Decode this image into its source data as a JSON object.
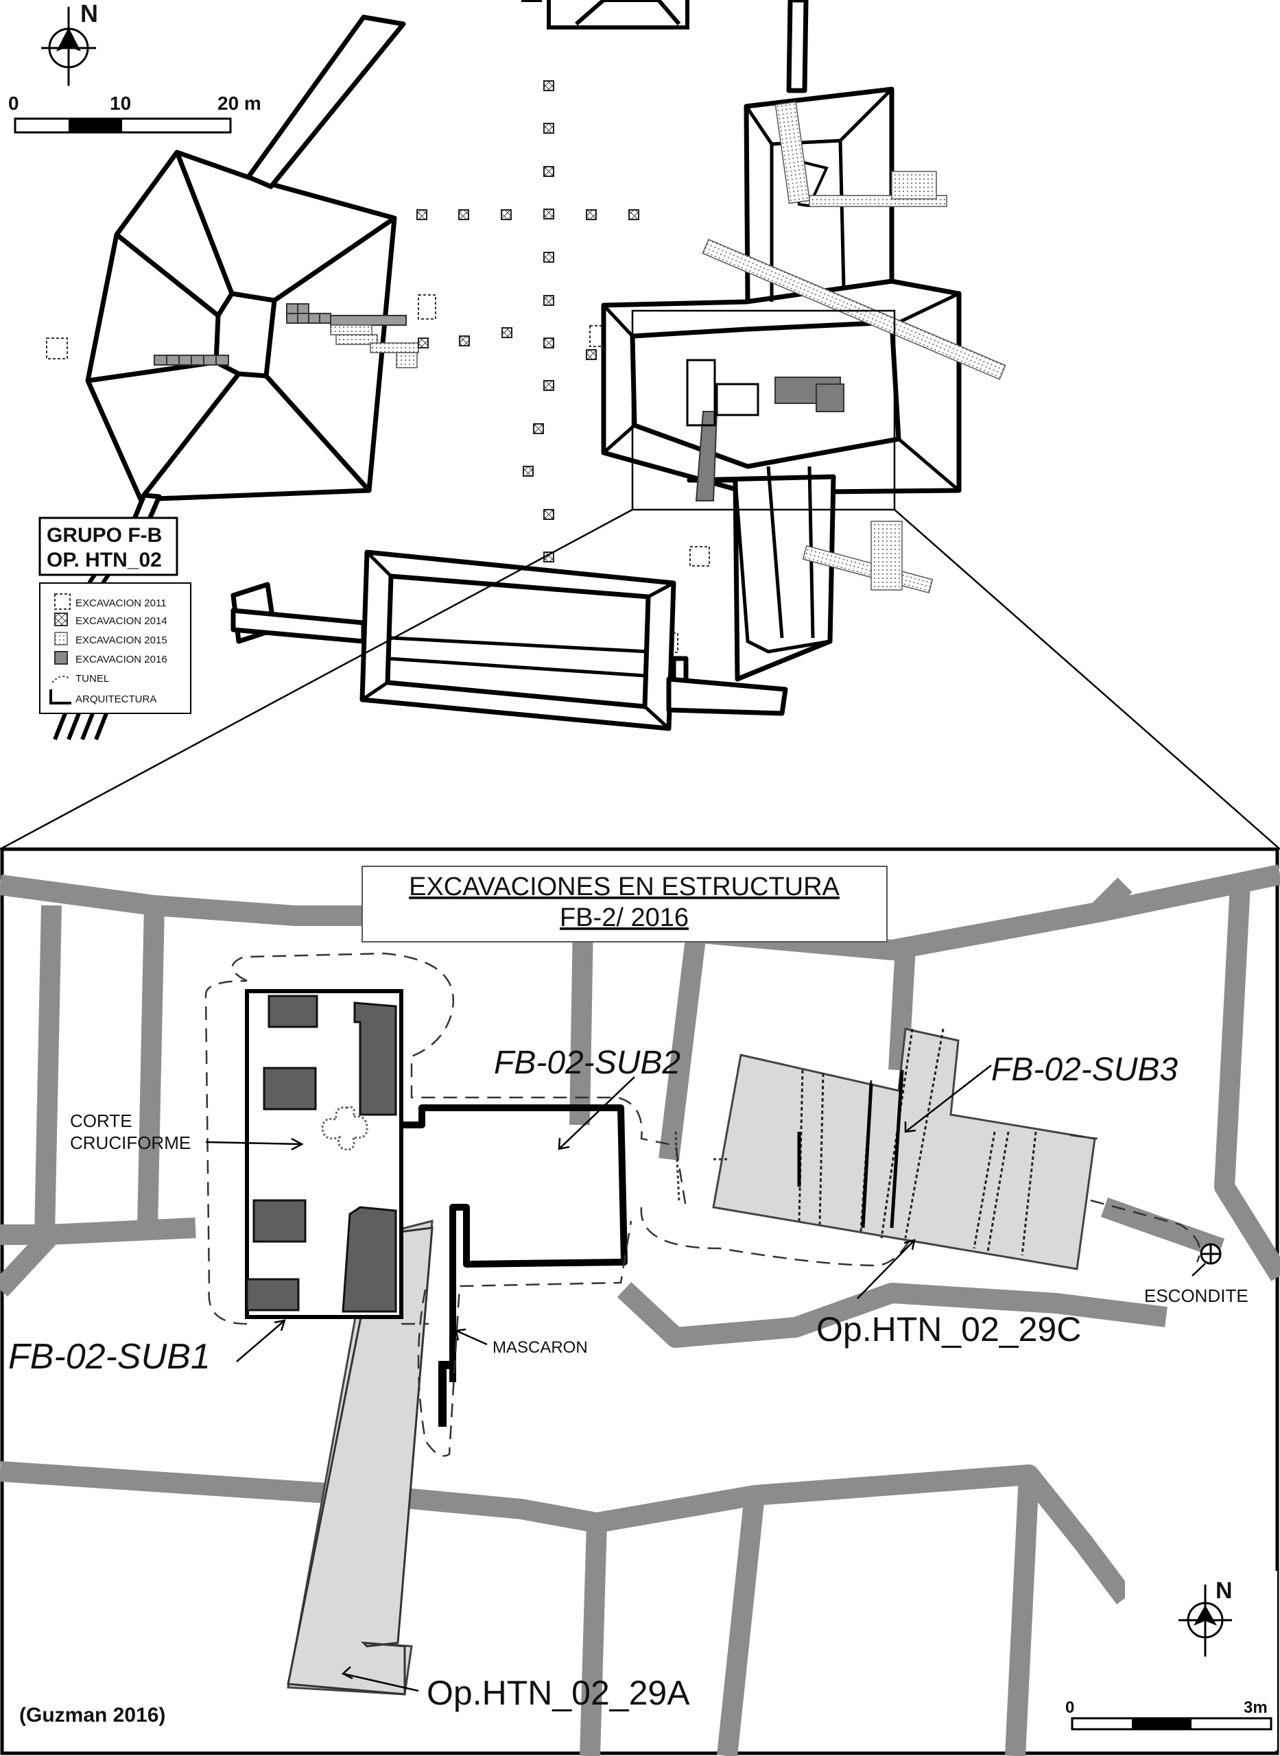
{
  "overview": {
    "north_label": "N",
    "scale": {
      "zero": "0",
      "mid": "10",
      "end": "20 m"
    },
    "group_title": {
      "line1": "GRUPO F-B",
      "line2": "OP. HTN_02"
    },
    "legend": [
      {
        "label": "EXCAVACION 2011",
        "icon": "dashed-square"
      },
      {
        "label": "EXCAVACION 2014",
        "icon": "crossed-square"
      },
      {
        "label": "EXCAVACION 2015",
        "icon": "dotted-square"
      },
      {
        "label": "EXCAVACION 2016",
        "icon": "grey-square"
      },
      {
        "label": "TUNEL",
        "icon": "dotted-curve"
      },
      {
        "label": "ARQUITECTURA",
        "icon": "corner-line"
      }
    ]
  },
  "detail": {
    "title": {
      "line1": "EXCAVACIONES EN ESTRUCTURA",
      "line2": "FB-2/ 2016"
    },
    "labels": {
      "sub1": "FB-02-SUB1",
      "sub2": "FB-02-SUB2",
      "sub3": "FB-02-SUB3",
      "corte1": "CORTE",
      "corte2": "CRUCIFORME",
      "mascaron": "MASCARON",
      "escondite": "ESCONDITE",
      "op29c": "Op.HTN_02_29C",
      "op29a": "Op.HTN_02_29A"
    },
    "north_label": "N",
    "scale": {
      "zero": "0",
      "end": "3m"
    },
    "credit": "(Guzman 2016)"
  },
  "colors": {
    "architecture": "#000000",
    "detail_walls": "#8c8c8c",
    "excavation_fill": "#d9d9d9",
    "feature_fill": "#5f5f5f",
    "grey_2016": "#9a9a9a"
  }
}
